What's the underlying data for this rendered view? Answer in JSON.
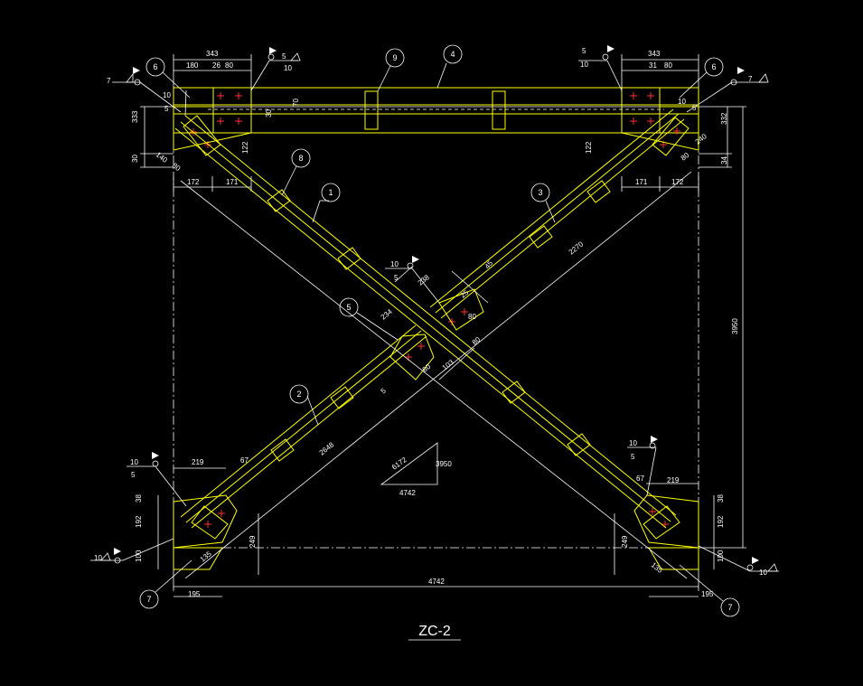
{
  "drawing": {
    "title": "ZC-2",
    "colors": {
      "background": "#000000",
      "member": "#ffff00",
      "dimension": "#ffffff",
      "bolt": "#ff3030"
    }
  },
  "dims": {
    "span": "4742",
    "height": "3950",
    "diag_length": "6172",
    "brace_3": "2270",
    "brace_2": "2648",
    "top_left_343": "343",
    "top_left_180": "180",
    "top_left_26": "26",
    "top_left_80": "80",
    "top_right_343": "343",
    "top_right_31": "31",
    "top_right_80": "80",
    "left_333": "333",
    "left_30": "30",
    "right_332": "332",
    "right_34": "34",
    "gusset_122_l": "122",
    "gusset_122_r": "122",
    "gusset_172_l": "172",
    "gusset_171_l": "171",
    "gusset_171_r": "171",
    "gusset_172_r": "172",
    "gusset_140": "140",
    "gusset_80_l": "80",
    "gusset_240_r": "240",
    "gusset_80_r": "80",
    "beam_30": "30",
    "beam_70": "70",
    "center_238": "238",
    "center_25": "25",
    "center_234": "234",
    "center_80a": "80",
    "center_80b": "80",
    "center_103": "103",
    "center_80c": "80",
    "center_45": "45",
    "center_5": "5",
    "bl_219": "219",
    "bl_67": "67",
    "bl_38": "38",
    "bl_192": "192",
    "bl_100": "100",
    "bl_195": "195",
    "bl_135": "135",
    "bl_249": "249",
    "br_219": "219",
    "br_67": "67",
    "br_38": "38",
    "br_192": "192",
    "br_100": "100",
    "br_195": "195",
    "br_249": "249",
    "br_135": "135"
  },
  "weld_symbols": [
    {
      "id": "tl",
      "a": "7",
      "b": "5",
      "c": "10"
    },
    {
      "id": "tl2",
      "a": "5",
      "b": "10"
    },
    {
      "id": "tr",
      "a": "5",
      "b": "10"
    },
    {
      "id": "tr2",
      "a": "10",
      "b": "5",
      "c": "7"
    },
    {
      "id": "ctr",
      "a": "10",
      "b": "5"
    },
    {
      "id": "bl",
      "a": "10",
      "b": "5"
    },
    {
      "id": "bl2",
      "a": "10"
    },
    {
      "id": "br",
      "a": "10",
      "b": "5"
    },
    {
      "id": "br2",
      "a": "10"
    }
  ],
  "part_marks": {
    "m1": "1",
    "m2": "2",
    "m3": "3",
    "m4": "4",
    "m5": "5",
    "m6_left": "6",
    "m6_right": "6",
    "m7_left": "7",
    "m7_right": "7",
    "m8": "8",
    "m9": "9"
  }
}
